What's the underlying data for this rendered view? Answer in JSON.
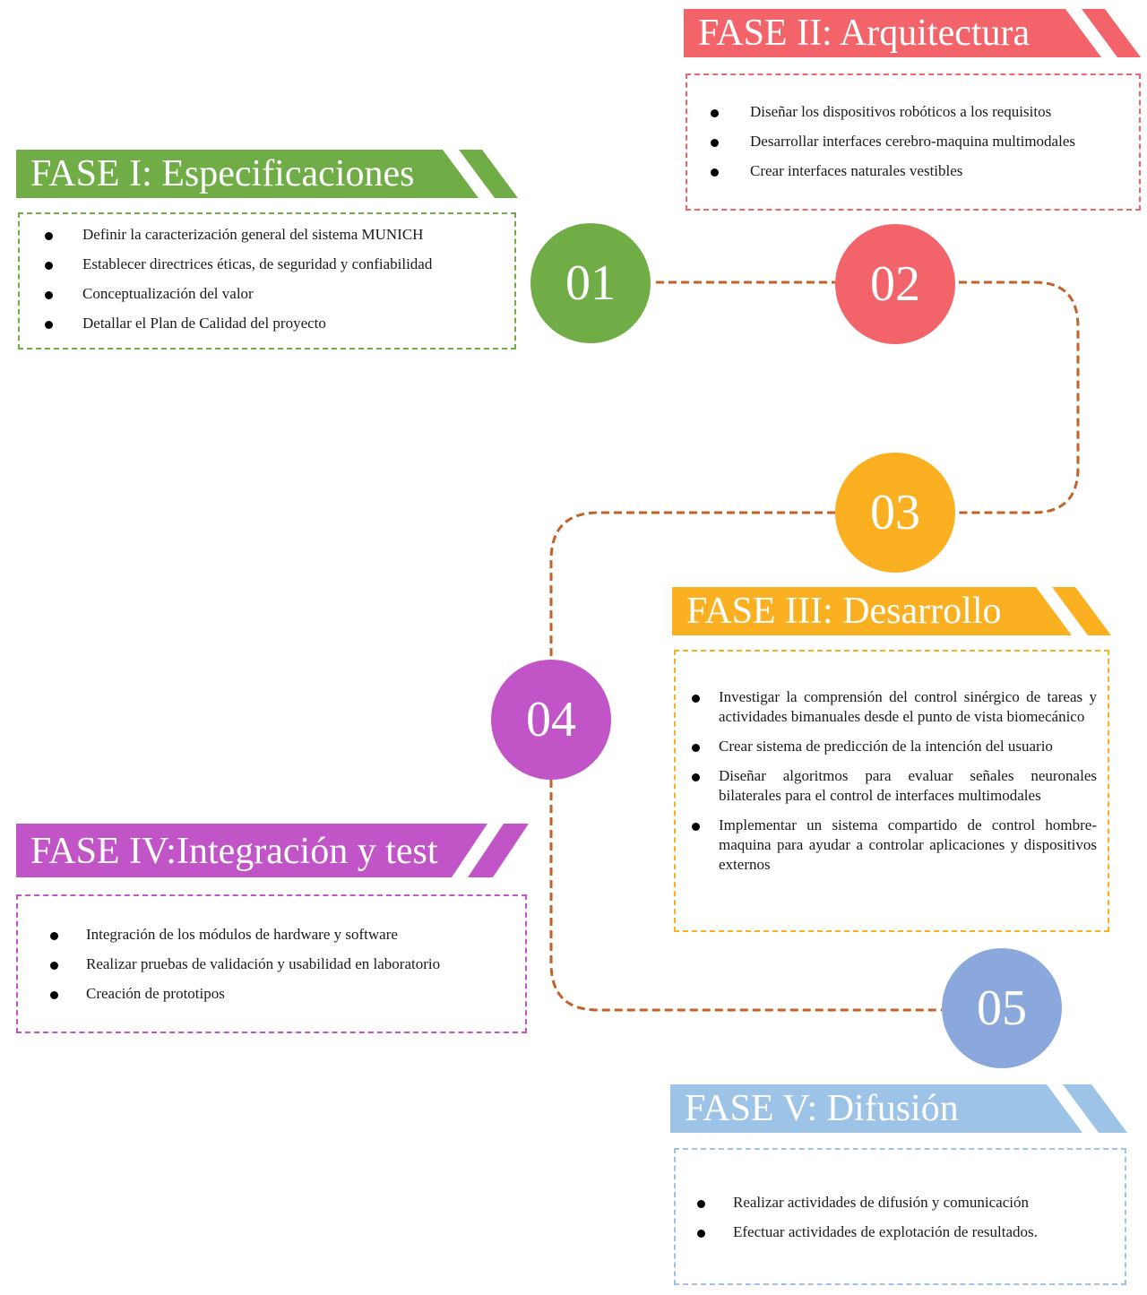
{
  "colors": {
    "phase1": "#70ad47",
    "phase2": "#f26469",
    "phase3": "#fbb021",
    "phase4": "#c155c7",
    "phase5": "#8ba8dc",
    "phase5_banner": "#9dc3e6",
    "connector": "#c0622a"
  },
  "phases": [
    {
      "number": "01",
      "title": "FASE I: Especificaciones",
      "items": [
        "Definir la caracterización general del sistema MUNICH",
        "Establecer directrices éticas, de seguridad y confiabilidad",
        "Conceptualización del valor",
        "Detallar el Plan de Calidad del proyecto"
      ]
    },
    {
      "number": "02",
      "title": "FASE II: Arquitectura",
      "items": [
        "Diseñar los dispositivos robóticos a los requisitos",
        "Desarrollar interfaces cerebro-maquina multimodales",
        "Crear interfaces naturales vestibles"
      ]
    },
    {
      "number": "03",
      "title": "FASE III: Desarrollo",
      "items": [
        "Investigar la comprensión del control sinérgico de tareas y actividades bimanuales desde el punto de vista biomecánico",
        "Crear sistema de predicción de la intención del usuario",
        "Diseñar algoritmos para evaluar señales neuronales bilaterales para el control de interfaces multimodales",
        "Implementar un sistema compartido de control hombre-maquina para ayudar a controlar aplicaciones y dispositivos externos"
      ]
    },
    {
      "number": "04",
      "title": "FASE IV:Integración y test",
      "items": [
        "Integración de los módulos de hardware y software",
        "Realizar pruebas de validación y usabilidad en laboratorio",
        "Creación de prototipos"
      ]
    },
    {
      "number": "05",
      "title": "FASE V: Difusión",
      "items": [
        "Realizar actividades de difusión y comunicación",
        "Efectuar actividades de explotación de resultados."
      ]
    }
  ]
}
